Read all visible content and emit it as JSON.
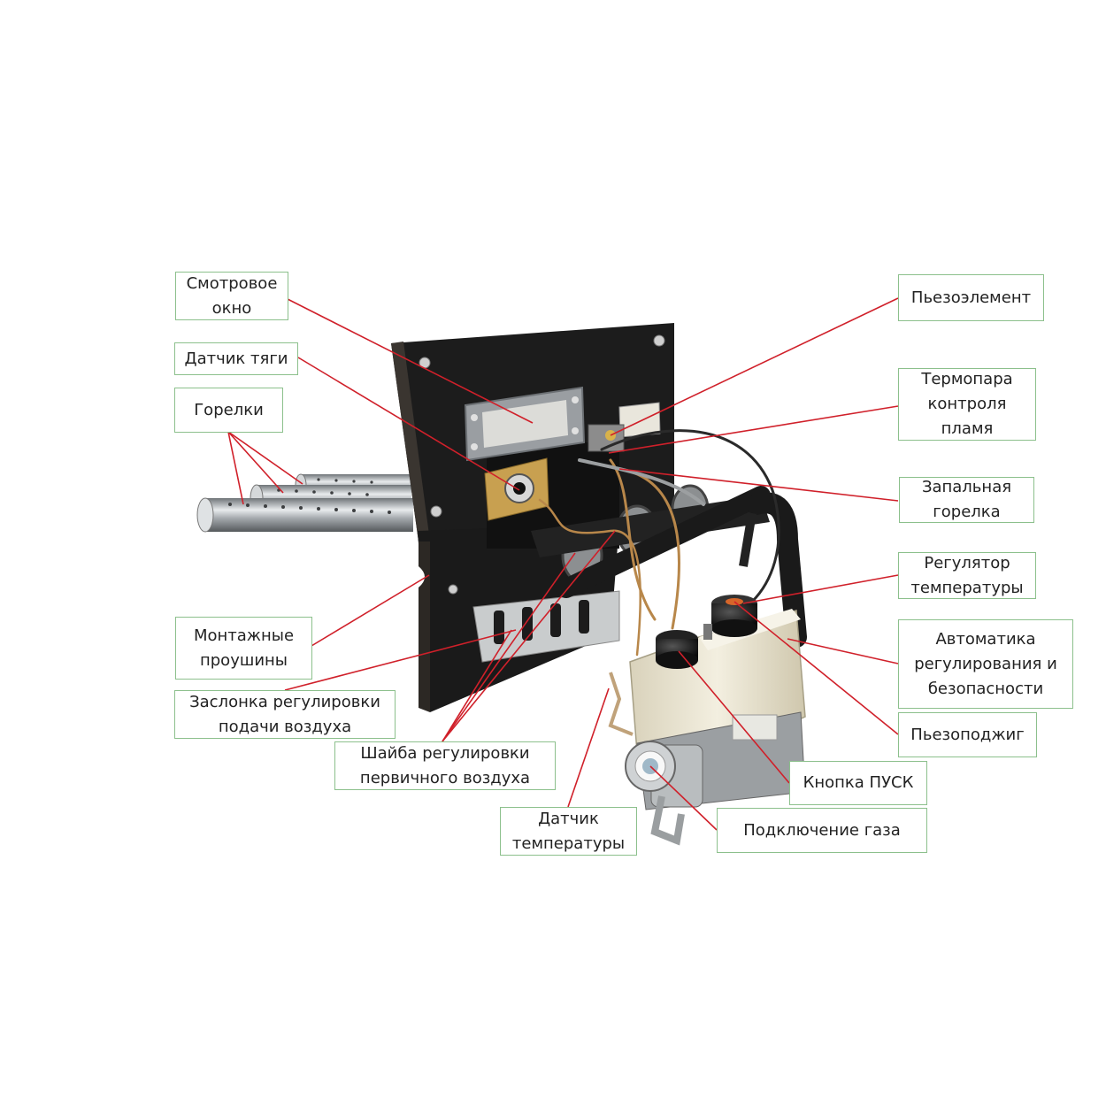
{
  "labels": {
    "smotrovoe": [
      "Смотровое",
      "окно"
    ],
    "datchik_tyagi": [
      "Датчик тяги"
    ],
    "gorelki": [
      "Горелки"
    ],
    "montazhnye": [
      "Монтажные",
      "проушины"
    ],
    "zaslonka": [
      "Заслонка регулировки",
      "подачи воздуха"
    ],
    "shaiba": [
      "Шайба регулировки",
      "первичного воздуха"
    ],
    "datchik_temp": [
      "Датчик",
      "температуры"
    ],
    "pezoelement": [
      "Пьезоэлемент"
    ],
    "termopara": [
      "Термопара",
      "контроля",
      "пламя"
    ],
    "zapalnaya": [
      "Запальная",
      "горелка"
    ],
    "regulyator": [
      "Регулятор",
      "температуры"
    ],
    "avtomatika": [
      "Автоматика",
      "регулирования и",
      "безопасности"
    ],
    "pezopodzhig": [
      "Пьезоподжиг"
    ],
    "knopka": [
      "Кнопка ПУСК"
    ],
    "gaz": [
      "Подключение газа"
    ]
  },
  "colors": {
    "leader_line": "#d0202a",
    "label_border": "#8cc08c",
    "panel": "#1c1c1c",
    "steel": "#b8bcbf",
    "valve_body": "#ece6d2"
  }
}
